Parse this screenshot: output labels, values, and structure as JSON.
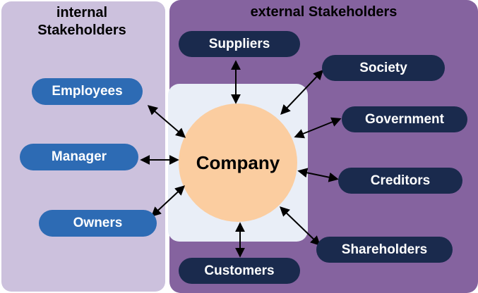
{
  "internal": {
    "title": "internal\nStakeholders",
    "items": [
      {
        "label": "Employees"
      },
      {
        "label": "Manager"
      },
      {
        "label": "Owners"
      }
    ]
  },
  "external": {
    "title": "external Stakeholders",
    "items": [
      {
        "label": "Suppliers"
      },
      {
        "label": "Society"
      },
      {
        "label": "Government"
      },
      {
        "label": "Creditors"
      },
      {
        "label": "Shareholders"
      },
      {
        "label": "Customers"
      }
    ]
  },
  "center": {
    "label": "Company"
  },
  "colors": {
    "internal_panel": "#ccc1dd",
    "external_panel": "#85639f",
    "internal_pill": "#2d6bb4",
    "external_pill": "#1a2a4d",
    "center_rect": "#e9eef7",
    "company_circle": "#fbcda0",
    "arrow": "#000000"
  }
}
